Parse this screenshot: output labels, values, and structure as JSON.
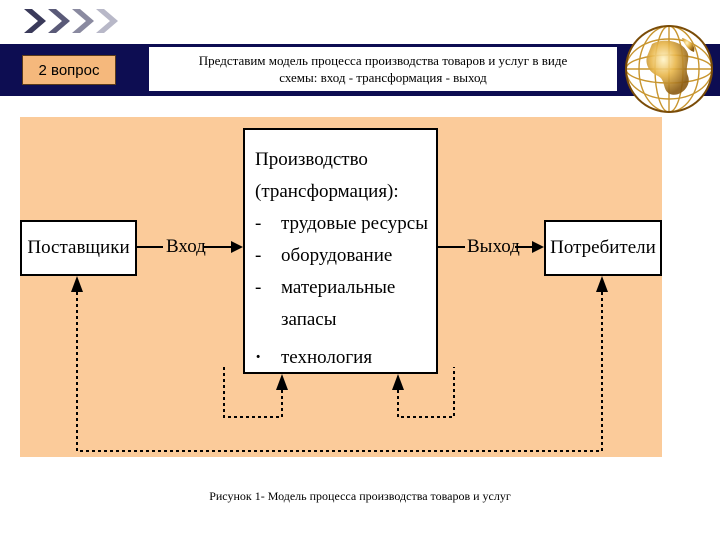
{
  "header": {
    "section_label": "2 вопрос",
    "title_line1": "Представим модель процесса производства товаров и услуг в виде",
    "title_line2": "схемы: вход - трансформация - выход"
  },
  "diagram": {
    "supplier": "Поставщики",
    "input_label": "Вход",
    "process_title_line1": "Производство",
    "process_title_line2": "(трансформация):",
    "resources": [
      {
        "bullet": "-",
        "text": "трудовые ресурсы"
      },
      {
        "bullet": "-",
        "text": "оборудование"
      },
      {
        "bullet": "-",
        "text": "материальные запасы"
      },
      {
        "bullet": "·",
        "text": "технология"
      }
    ],
    "output_label": "Выход",
    "consumer": "Потребители"
  },
  "caption": "Рисунок 1-  Модель процесса производства товаров и услуг",
  "colors": {
    "header_bar": "#0d0d52",
    "section_tab": "#f5b87c",
    "diagram_background": "#fbcb9a"
  }
}
